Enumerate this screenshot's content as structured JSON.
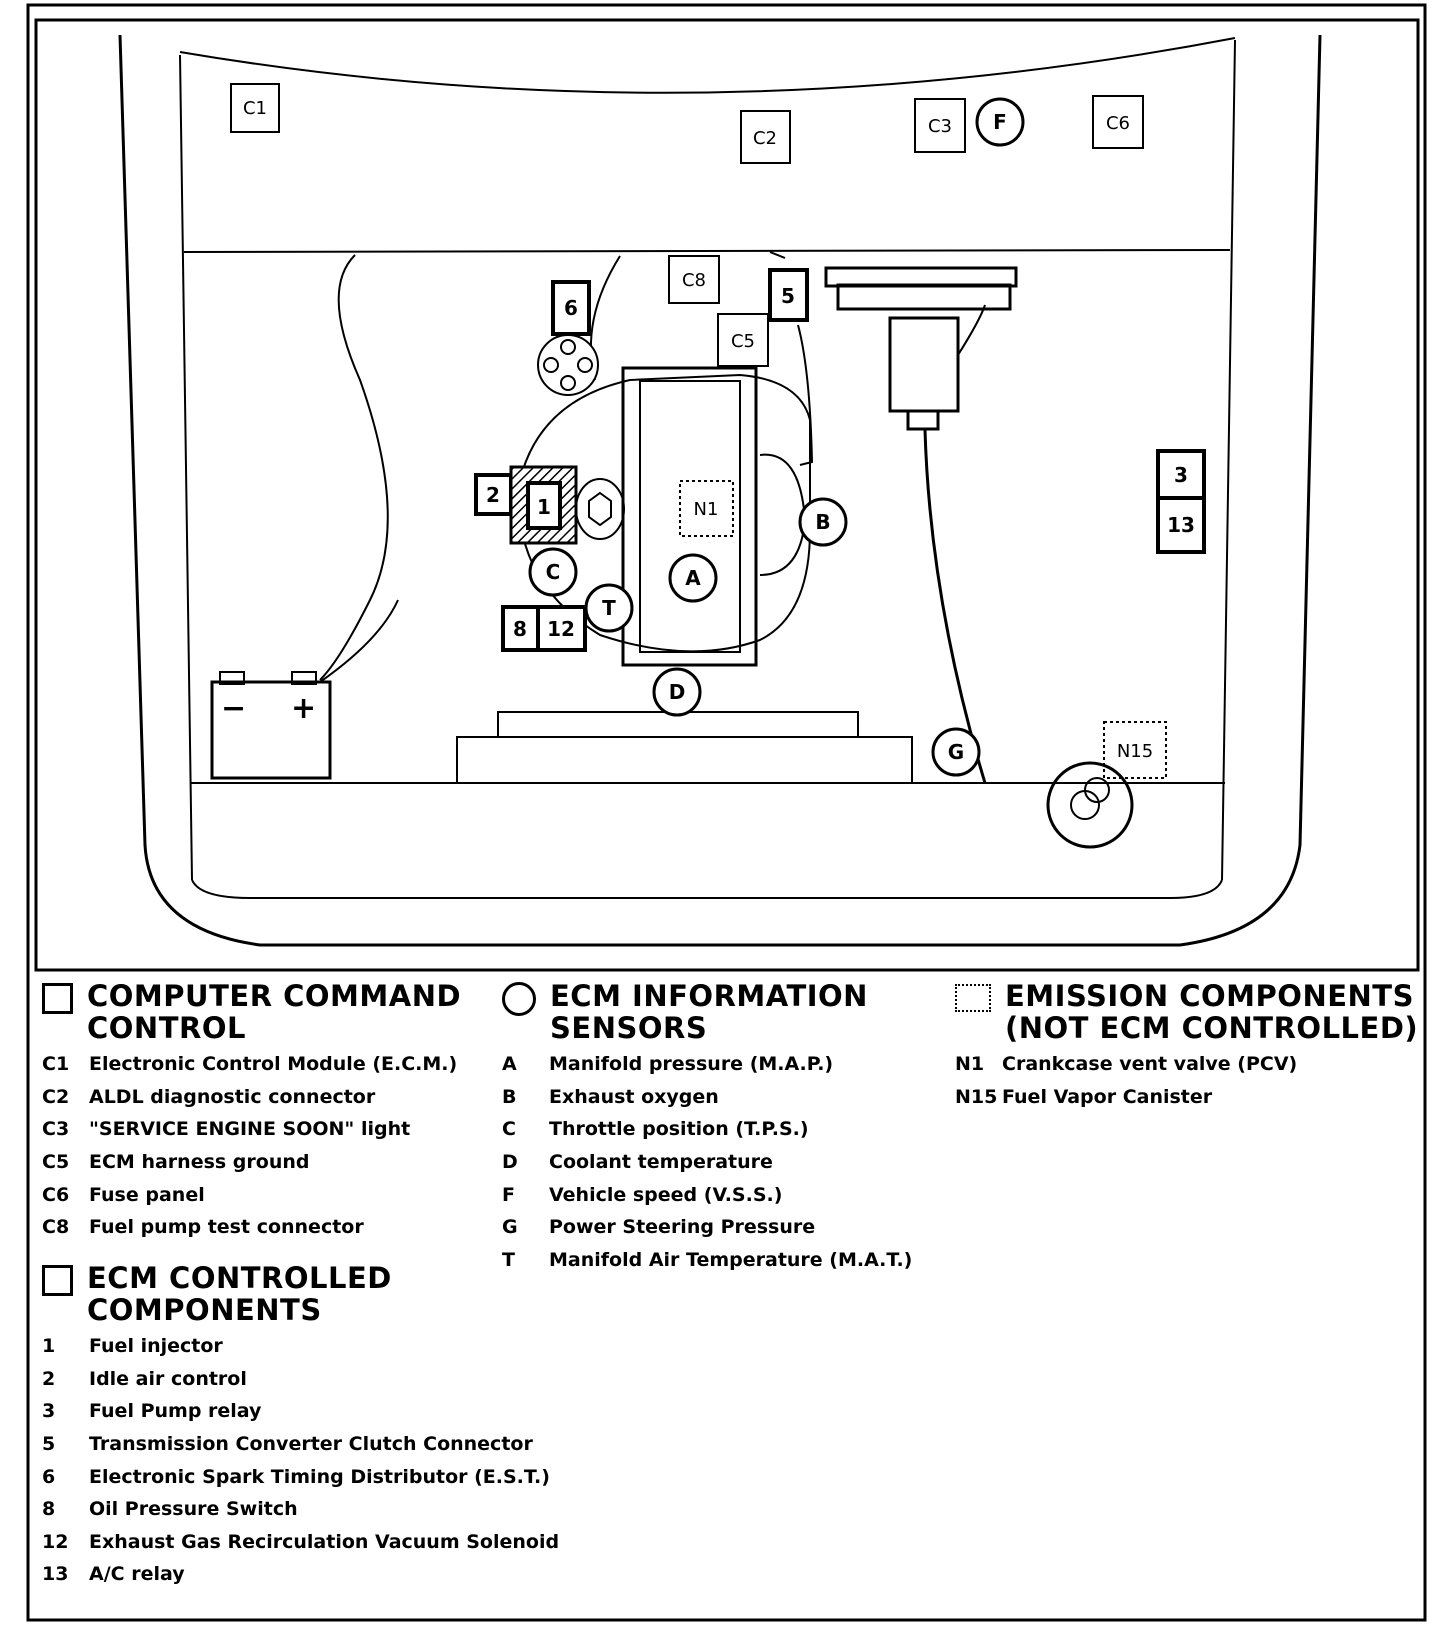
{
  "diagram": {
    "components": {
      "c1": "C1",
      "c2": "C2",
      "c3": "C3",
      "c6": "C6",
      "c8": "C8",
      "c5": "C5",
      "n1": "N1",
      "n15": "N15",
      "n1_num": "1",
      "n2_num": "2",
      "n3_num": "3",
      "n5_num": "5",
      "n6_num": "6",
      "n8_num": "8",
      "n12_num": "12",
      "n13_num": "13"
    },
    "sensors": {
      "a": "A",
      "b": "B",
      "c": "C",
      "d": "D",
      "f": "F",
      "g": "G",
      "t": "T"
    },
    "battery": {
      "minus": "−",
      "plus": "+"
    }
  },
  "legend": {
    "computer_command": {
      "title_line1": "COMPUTER COMMAND",
      "title_line2": "CONTROL",
      "items": [
        {
          "code": "C1",
          "label": "Electronic Control Module (E.C.M.)"
        },
        {
          "code": "C2",
          "label": "ALDL diagnostic connector"
        },
        {
          "code": "C3",
          "label": "\"SERVICE ENGINE SOON\" light"
        },
        {
          "code": "C5",
          "label": "ECM harness ground"
        },
        {
          "code": "C6",
          "label": "Fuse panel"
        },
        {
          "code": "C8",
          "label": "Fuel pump test connector"
        }
      ]
    },
    "ecm_controlled": {
      "title_line1": "ECM CONTROLLED",
      "title_line2": "COMPONENTS",
      "items": [
        {
          "code": "1",
          "label": "Fuel injector"
        },
        {
          "code": "2",
          "label": "Idle air control"
        },
        {
          "code": "3",
          "label": "Fuel Pump relay"
        },
        {
          "code": "5",
          "label": "Transmission Converter Clutch Connector"
        },
        {
          "code": "6",
          "label": "Electronic Spark Timing Distributor (E.S.T.)"
        },
        {
          "code": "8",
          "label": "Oil Pressure Switch"
        },
        {
          "code": "12",
          "label": "Exhaust Gas Recirculation Vacuum Solenoid"
        },
        {
          "code": "13",
          "label": "A/C relay"
        }
      ]
    },
    "ecm_sensors": {
      "title_line1": "ECM INFORMATION",
      "title_line2": "SENSORS",
      "items": [
        {
          "code": "A",
          "label": "Manifold pressure (M.A.P.)"
        },
        {
          "code": "B",
          "label": "Exhaust oxygen"
        },
        {
          "code": "C",
          "label": "Throttle position (T.P.S.)"
        },
        {
          "code": "D",
          "label": "Coolant temperature"
        },
        {
          "code": "F",
          "label": "Vehicle speed (V.S.S.)"
        },
        {
          "code": "G",
          "label": "Power Steering Pressure"
        },
        {
          "code": "T",
          "label": "Manifold Air Temperature (M.A.T.)"
        }
      ]
    },
    "emission": {
      "title_line1": "EMISSION COMPONENTS",
      "title_line2": "(NOT ECM CONTROLLED)",
      "items": [
        {
          "code": "N1",
          "label": "Crankcase vent valve (PCV)"
        },
        {
          "code": "N15",
          "label": "Fuel Vapor Canister"
        }
      ]
    }
  }
}
